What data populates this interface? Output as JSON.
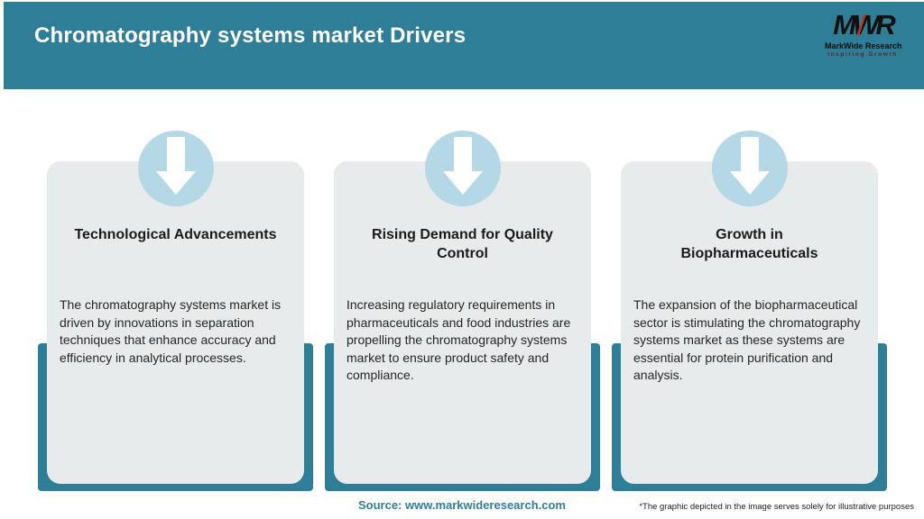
{
  "header": {
    "title": "Chromatography systems market Drivers",
    "logo": {
      "monogram": "MWR",
      "name": "MarkWide Research",
      "tagline": "Inspiring Growth"
    }
  },
  "cards": [
    {
      "icon": "arrow-down-icon",
      "title": "Technological Advancements",
      "body": "The chromatography systems market is driven by innovations in separation techniques that enhance accuracy and efficiency in analytical processes."
    },
    {
      "icon": "arrow-down-icon",
      "title": "Rising Demand for Quality\nControl",
      "body": "Increasing regulatory requirements in pharmaceuticals and food industries are propelling the chromatography systems market to ensure product safety and compliance."
    },
    {
      "icon": "arrow-down-icon",
      "title": "Growth in\nBiopharmaceuticals",
      "body": "The expansion of the biopharmaceutical sector is stimulating the chromatography systems market as these systems are essential for protein purification and analysis."
    }
  ],
  "footer": {
    "source": "Source: www.markwideresearch.com",
    "disclaimer": "*The graphic depicted in the image serves solely for illustrative purposes"
  },
  "colors": {
    "accent_teal": "#2F7E98",
    "card_background": "#E8EBEB",
    "icon_circle_blue": "#B5D8E6",
    "logo_red": "#B03A2E",
    "tagline_maroon": "#5E2424"
  }
}
